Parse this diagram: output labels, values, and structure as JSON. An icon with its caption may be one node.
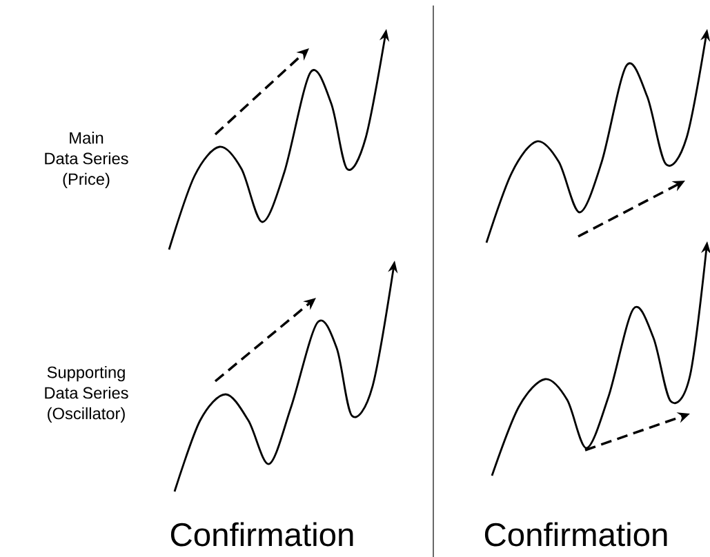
{
  "diagram": {
    "labels": [
      "Main Data Series (Price)",
      "Supporting Data Series (Oscillator)",
      "Confirmation",
      "Confirmation"
    ]
  }
}
